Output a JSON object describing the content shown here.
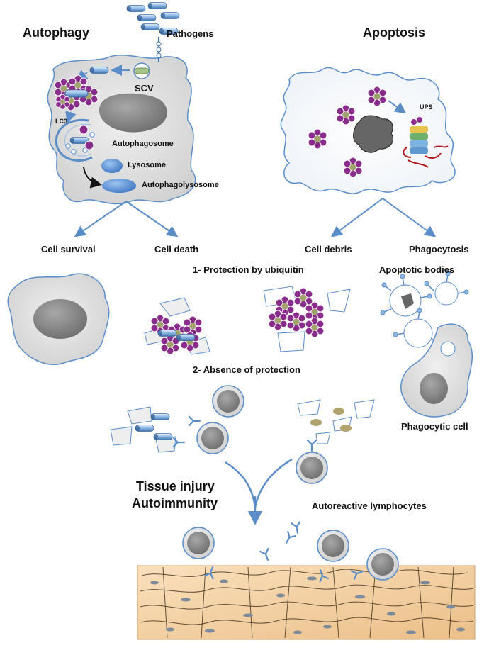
{
  "labels": {
    "autophagy": "Autophagy",
    "apoptosis": "Apoptosis",
    "pathogens": "Pathogens",
    "scv": "SCV",
    "lc3": "LC3",
    "autophagosome": "Autophagosome",
    "lysosome": "Lysosome",
    "autophagolysosome": "Autophagolysosome",
    "ups": "UPS",
    "cell_survival": "Cell survival",
    "cell_death": "Cell death",
    "cell_debris": "Cell debris",
    "phagocytosis": "Phagocytosis",
    "protection_by_ubiquitin": "1- Protection by ubiquitin",
    "apoptotic_bodies": "Apoptotic bodies",
    "absence_of_protection": "2- Absence of protection",
    "phagocytic_cell": "Phagocytic cell",
    "tissue_injury": "Tissue injury",
    "autoimmunity": "Autoimmunity",
    "autoreactive_lymphocytes": "Autoreactive lymphocytes"
  },
  "colors": {
    "cell_fill": "#d9d9d9",
    "cell_outline": "#5b8ec9",
    "nucleus": "#8c8c8c",
    "ubiquitin": "#8a2c8c",
    "bacterium": "#6fa3d6",
    "lysosome": "#4a86d1",
    "arrow": "#5b8ec9",
    "tissue": "#f2cc9a"
  },
  "icons": {
    "ubiquitin": "ubiquitin-cluster-icon",
    "bacterium": "bacterium-icon",
    "lymphocyte": "lymphocyte-icon",
    "antibody": "antibody-icon",
    "proteasome": "proteasome-icon"
  }
}
